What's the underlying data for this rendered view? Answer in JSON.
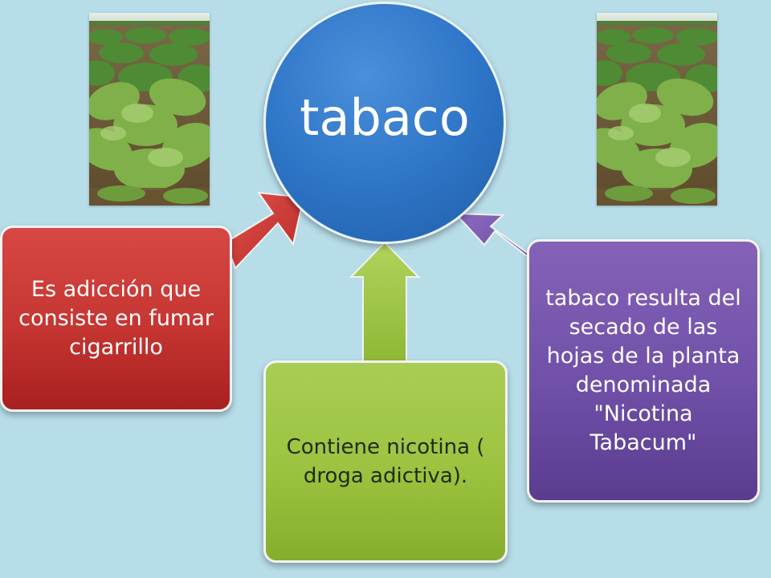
{
  "hub": {
    "label": "tabaco"
  },
  "boxes": {
    "red": {
      "text": "Es adicción que consiste en fumar cigarrillo"
    },
    "green": {
      "text": "Contiene nicotina ( droga adictiva)."
    },
    "purple": {
      "text": "tabaco resulta del secado de las hojas de la planta denominada \"Nicotina Tabacum\""
    }
  },
  "colors": {
    "background": "#b7dde9",
    "hub": "#2f76c8",
    "red": "#c53531",
    "green": "#9bc33f",
    "purple": "#7050a8"
  }
}
